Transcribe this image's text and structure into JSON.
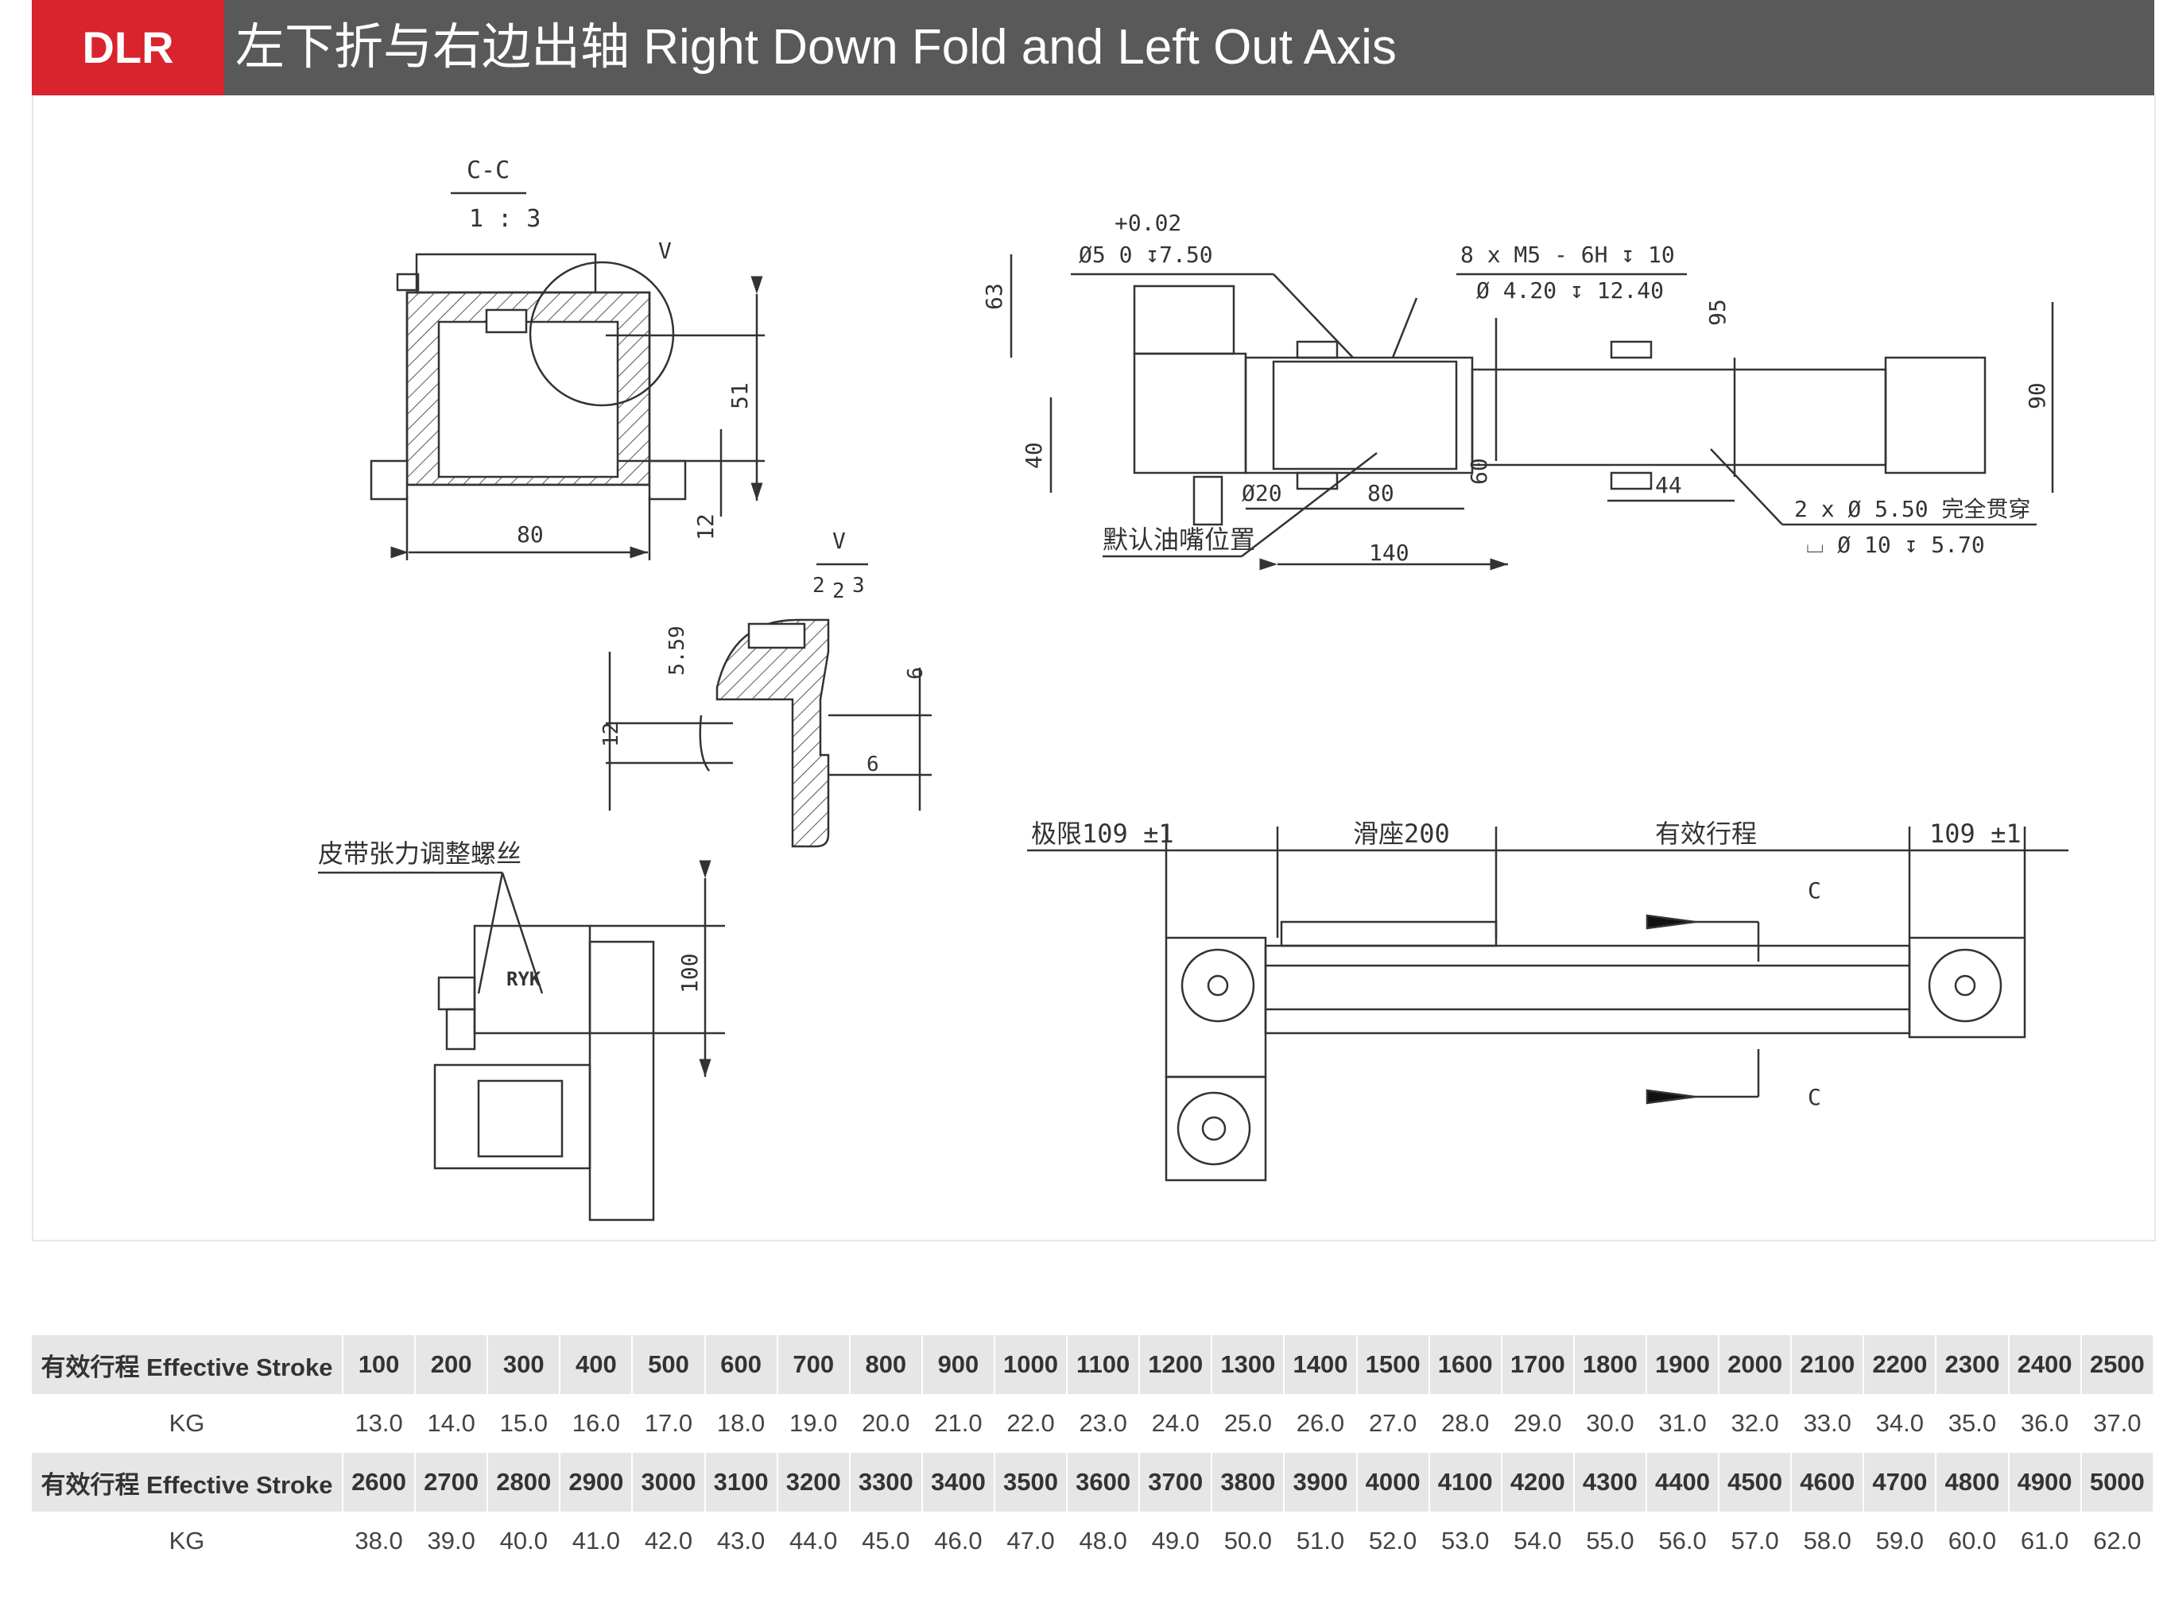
{
  "header": {
    "code": "DLR",
    "title": "左下折与右边出轴 Right Down Fold and Left Out Axis"
  },
  "drawing": {
    "section_view": {
      "label": "C-C",
      "scale": "1 : 3",
      "detail_marker": "V",
      "dims": {
        "height_51": "51",
        "width_80": "80",
        "foot_12": "12"
      }
    },
    "detail_v": {
      "label": "V",
      "dims": {
        "top_2": "2",
        "top_2b": "2",
        "top_3": "3",
        "d559": "5.59",
        "d12": "12",
        "d6a": "6",
        "d6b": "6"
      }
    },
    "belt_view": {
      "note": "皮带张力调整螺丝",
      "dim_100": "100"
    },
    "top_view": {
      "hole_tol": "+0.02",
      "hole_spec": "Ø5   0   ↧7.50",
      "thread_spec": "8 x  M5 - 6H ↧ 10",
      "thread_spec2": "Ø 4.20 ↧ 12.40",
      "through_spec": "2 x  Ø 5.50 完全贯穿",
      "cbore_spec": "⌴ Ø 10 ↧ 5.70",
      "oil_note": "默认油嘴位置",
      "dims": {
        "d63": "63",
        "d95": "95",
        "d90": "90",
        "d40": "40",
        "d60": "60",
        "d20": "Ø20",
        "d80": "80",
        "d44": "44",
        "d140": "140"
      }
    },
    "plan_view": {
      "limit_left": "极限109 ±1",
      "slider": "滑座200",
      "stroke": "有效行程",
      "limit_right": "109 ±1",
      "section_c_top": "C",
      "section_c_bottom": "C"
    }
  },
  "table": {
    "header_label": "有效行程 Effective Stroke",
    "value_label": "KG",
    "rows": [
      {
        "strokes": [
          "100",
          "200",
          "300",
          "400",
          "500",
          "600",
          "700",
          "800",
          "900",
          "1000",
          "1100",
          "1200",
          "1300",
          "1400",
          "1500",
          "1600",
          "1700",
          "1800",
          "1900",
          "2000",
          "2100",
          "2200",
          "2300",
          "2400",
          "2500"
        ],
        "kg": [
          "13.0",
          "14.0",
          "15.0",
          "16.0",
          "17.0",
          "18.0",
          "19.0",
          "20.0",
          "21.0",
          "22.0",
          "23.0",
          "24.0",
          "25.0",
          "26.0",
          "27.0",
          "28.0",
          "29.0",
          "30.0",
          "31.0",
          "32.0",
          "33.0",
          "34.0",
          "35.0",
          "36.0",
          "37.0"
        ]
      },
      {
        "strokes": [
          "2600",
          "2700",
          "2800",
          "2900",
          "3000",
          "3100",
          "3200",
          "3300",
          "3400",
          "3500",
          "3600",
          "3700",
          "3800",
          "3900",
          "4000",
          "4100",
          "4200",
          "4300",
          "4400",
          "4500",
          "4600",
          "4700",
          "4800",
          "4900",
          "5000"
        ],
        "kg": [
          "38.0",
          "39.0",
          "40.0",
          "41.0",
          "42.0",
          "43.0",
          "44.0",
          "45.0",
          "46.0",
          "47.0",
          "48.0",
          "49.0",
          "50.0",
          "51.0",
          "52.0",
          "53.0",
          "54.0",
          "55.0",
          "56.0",
          "57.0",
          "58.0",
          "59.0",
          "60.0",
          "61.0",
          "62.0"
        ]
      }
    ]
  }
}
